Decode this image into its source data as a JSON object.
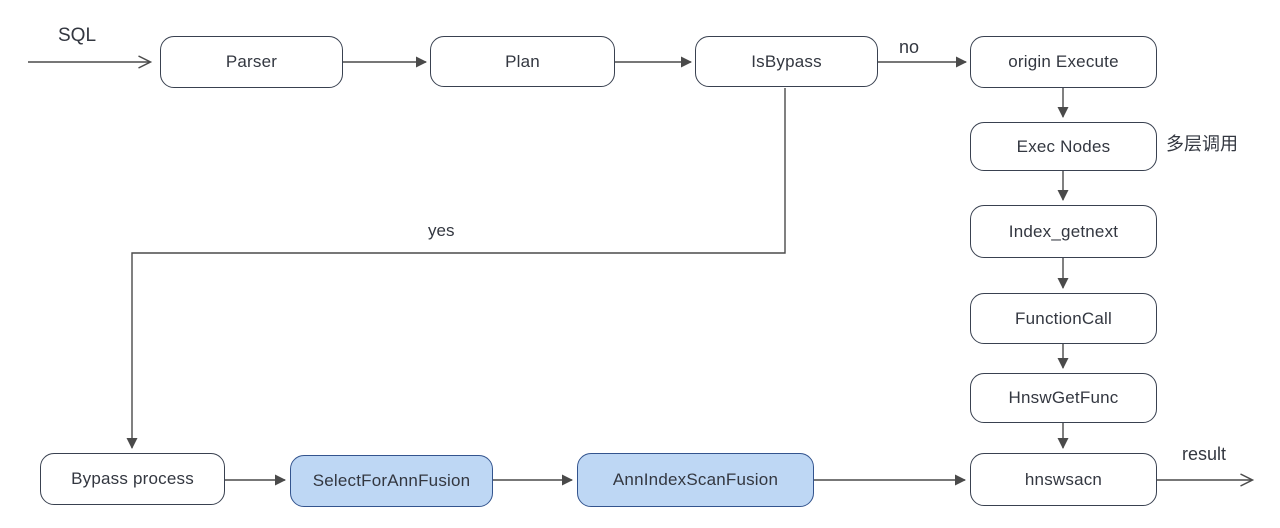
{
  "diagram": {
    "nodes": {
      "parser": {
        "label": "Parser"
      },
      "plan": {
        "label": "Plan"
      },
      "isbypass": {
        "label": "IsBypass"
      },
      "origin_execute": {
        "label": "origin Execute"
      },
      "exec_nodes": {
        "label": "Exec Nodes"
      },
      "index_getnext": {
        "label": "Index_getnext"
      },
      "function_call": {
        "label": "FunctionCall"
      },
      "hnsw_get_func": {
        "label": "HnswGetFunc"
      },
      "hnswsacn": {
        "label": "hnswsacn"
      },
      "bypass_process": {
        "label": "Bypass process"
      },
      "select_for_ann_fusion": {
        "label": "SelectForAnnFusion"
      },
      "ann_index_scan_fusion": {
        "label": "AnnIndexScanFusion"
      }
    },
    "edge_labels": {
      "input": "SQL",
      "no_branch": "no",
      "yes_branch": "yes",
      "output": "result"
    },
    "annotations": {
      "multilayer_call": "多层调用"
    },
    "colors": {
      "bg": "#ffffff",
      "box_fill": "#ffffff",
      "box_border": "#394150",
      "highlight_fill": "#bed7f4",
      "highlight_border": "#33548e",
      "line": "#4a4a4a",
      "text": "#333740"
    }
  }
}
